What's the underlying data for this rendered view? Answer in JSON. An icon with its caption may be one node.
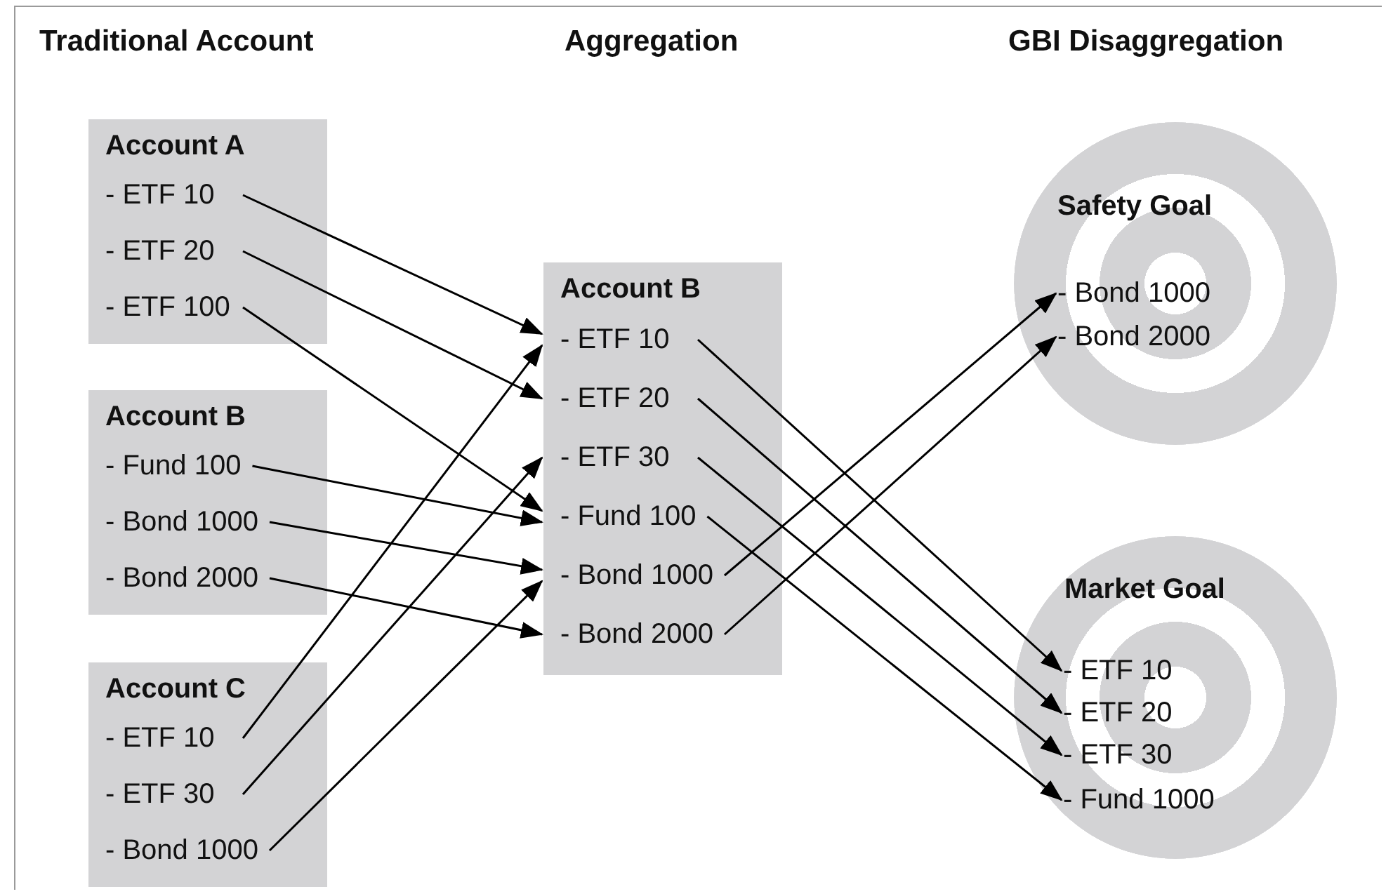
{
  "diagram": {
    "nodes": [
      {
        "text": [
          "Account A"
        ]
      },
      {
        "text": [
          "- ETF 10"
        ],
        "in": 0
      },
      {
        "text": [
          "- ETF 20"
        ],
        "in": 0
      },
      {
        "text": [
          "- ETF 100"
        ],
        "in": 0
      },
      {
        "text": [
          "Account B"
        ]
      },
      {
        "text": [
          "- Fund 100"
        ],
        "in": 4
      },
      {
        "text": [
          "- Bond 1000"
        ],
        "in": 4
      },
      {
        "text": [
          "- Bond 2000"
        ],
        "in": 4
      },
      {
        "text": [
          "Account C"
        ]
      },
      {
        "text": [
          "- ETF 10"
        ],
        "in": 8
      },
      {
        "text": [
          "- ETF 30"
        ],
        "in": 8
      },
      {
        "text": [
          "- Bond 1000"
        ],
        "in": 8
      },
      {
        "text": [
          "Account B"
        ]
      },
      {
        "text": [
          "- ETF 10"
        ],
        "in": 12
      },
      {
        "text": [
          "- ETF 20"
        ],
        "in": 12
      },
      {
        "text": [
          "- ETF 30"
        ],
        "in": 12
      },
      {
        "text": [
          "- Fund 100"
        ],
        "in": 12
      },
      {
        "text": [
          "- Bond 1000"
        ],
        "in": 12
      },
      {
        "text": [
          "- Bond 2000"
        ],
        "in": 12
      },
      {
        "text": [
          "Safety Goal"
        ]
      },
      {
        "text": [
          "- Bond 1000"
        ],
        "in": 19
      },
      {
        "text": [
          "- Bond 2000"
        ],
        "in": 19
      },
      {
        "text": [
          "Market Goal"
        ]
      },
      {
        "text": [
          "- ETF 10"
        ],
        "in": 22
      },
      {
        "text": [
          "- ETF 20"
        ],
        "in": 22
      },
      {
        "text": [
          "- ETF 30"
        ],
        "in": 22
      },
      {
        "text": [
          "- Fund 1000"
        ],
        "in": 22
      }
    ],
    "edges": [
      {
        "from": 1,
        "to": 13,
        "arrow": "to"
      },
      {
        "from": 2,
        "to": 14,
        "arrow": "to"
      },
      {
        "from": 3,
        "to": 16,
        "arrow": "to"
      },
      {
        "from": 5,
        "to": 16,
        "arrow": "to"
      },
      {
        "from": 6,
        "to": 17,
        "arrow": "to"
      },
      {
        "from": 7,
        "to": 18,
        "arrow": "to"
      },
      {
        "from": 9,
        "to": 13,
        "arrow": "to"
      },
      {
        "from": 10,
        "to": 15,
        "arrow": "to"
      },
      {
        "from": 11,
        "to": 17,
        "arrow": "to"
      },
      {
        "from": 13,
        "to": 23,
        "arrow": "to"
      },
      {
        "from": 14,
        "to": 24,
        "arrow": "to"
      },
      {
        "from": 15,
        "to": 25,
        "arrow": "to"
      },
      {
        "from": 16,
        "to": 26,
        "arrow": "to"
      },
      {
        "from": 17,
        "to": 20,
        "arrow": "to"
      },
      {
        "from": 18,
        "to": 21,
        "arrow": "to"
      }
    ],
    "labels": [
      "Traditional Account",
      "Aggregation",
      "GBI Disaggregation"
    ]
  }
}
